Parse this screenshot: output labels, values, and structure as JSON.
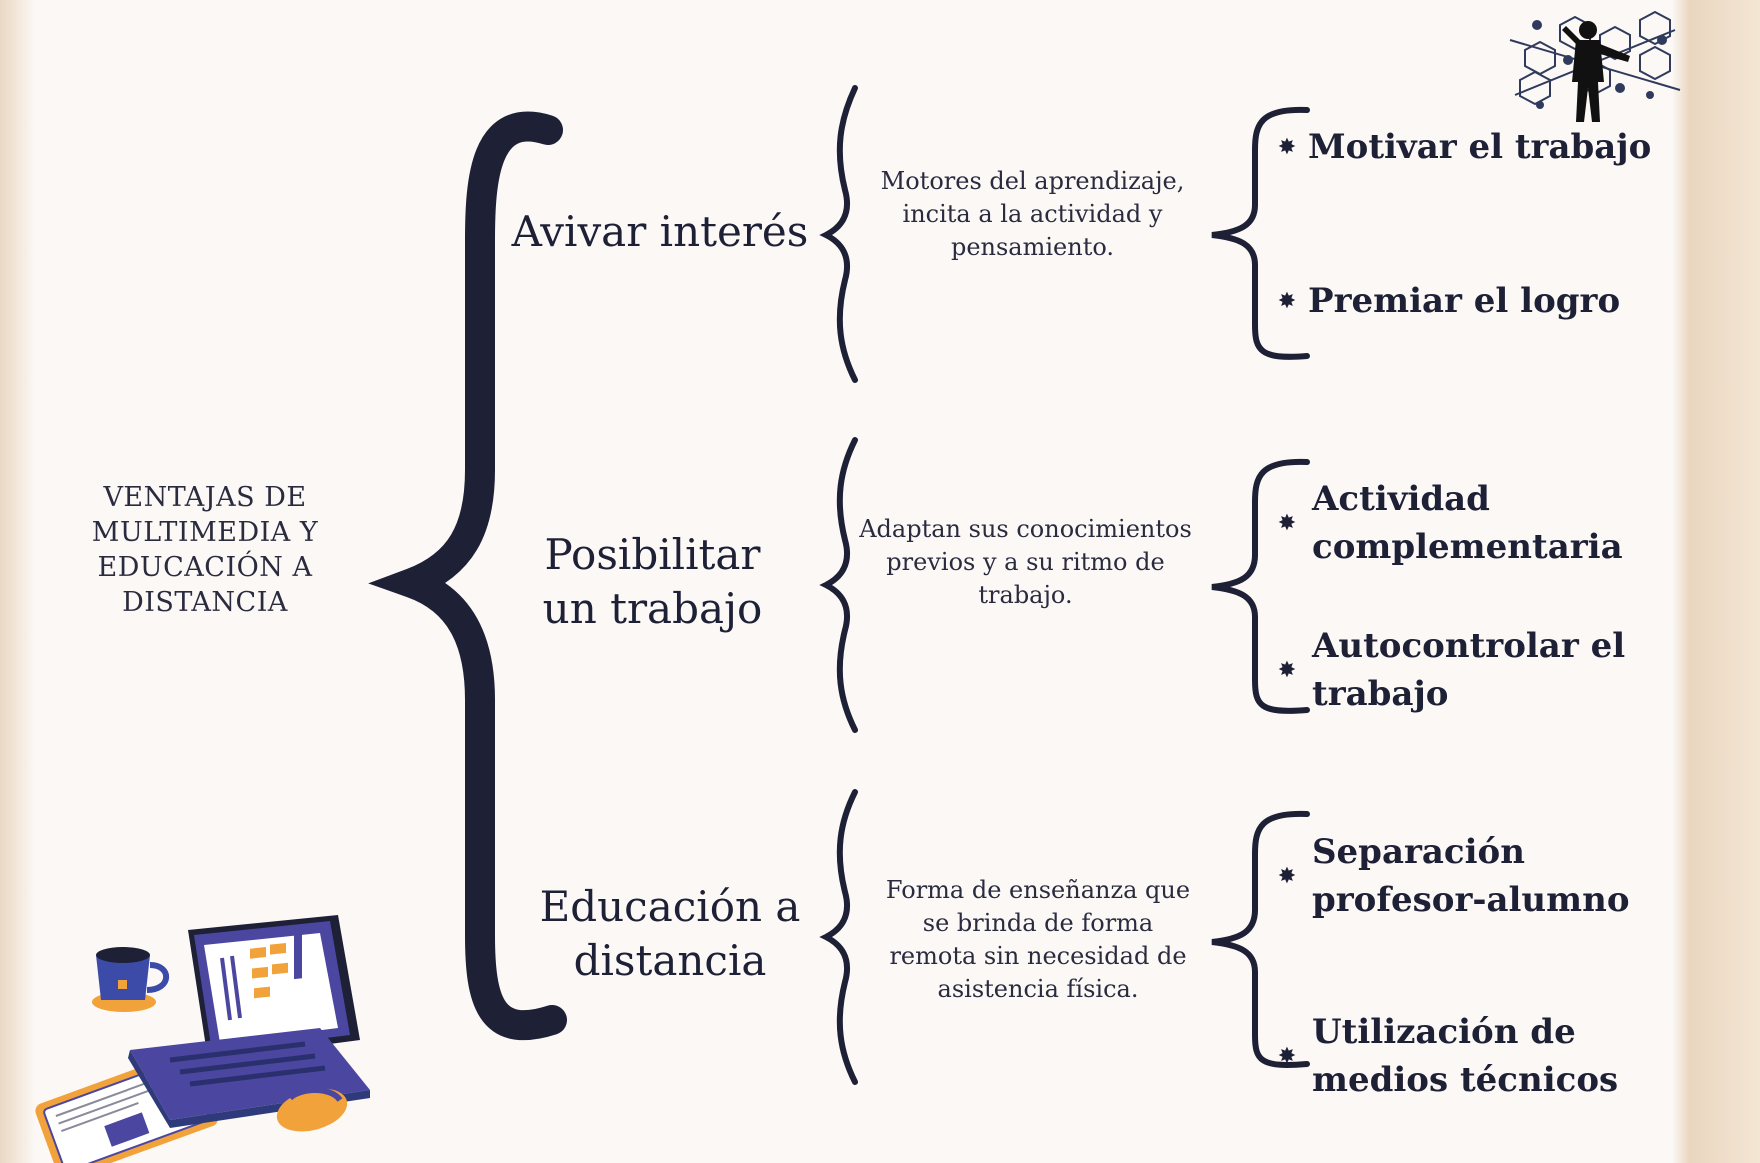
{
  "title": "VENTAJAS DE MULTIMEDIA Y EDUCACIÓN A DISTANCIA",
  "branches": [
    {
      "label": "Avivar interés",
      "description": "Motores del aprendizaje, incita a la actividad y pensamiento.",
      "items": [
        "Motivar el trabajo",
        "Premiar el logro"
      ]
    },
    {
      "label": "Posibilitar un trabajo",
      "description": "Adaptan sus conocimientos previos y a su ritmo de trabajo.",
      "items": [
        "Actividad complementaria",
        "Autocontrolar el trabajo"
      ]
    },
    {
      "label": "Educación a distancia",
      "description": "Forma de enseñanza que se brinda de forma remota sin necesidad de asistencia física.",
      "items": [
        "Separación profesor-alumno",
        "Utilización de medios técnicos"
      ]
    }
  ],
  "bullet_symbol": "✸",
  "colors": {
    "ink": "#1e2036",
    "background": "#fbf8f6",
    "laptop": "#4b46a0",
    "accent": "#f2a23a"
  }
}
